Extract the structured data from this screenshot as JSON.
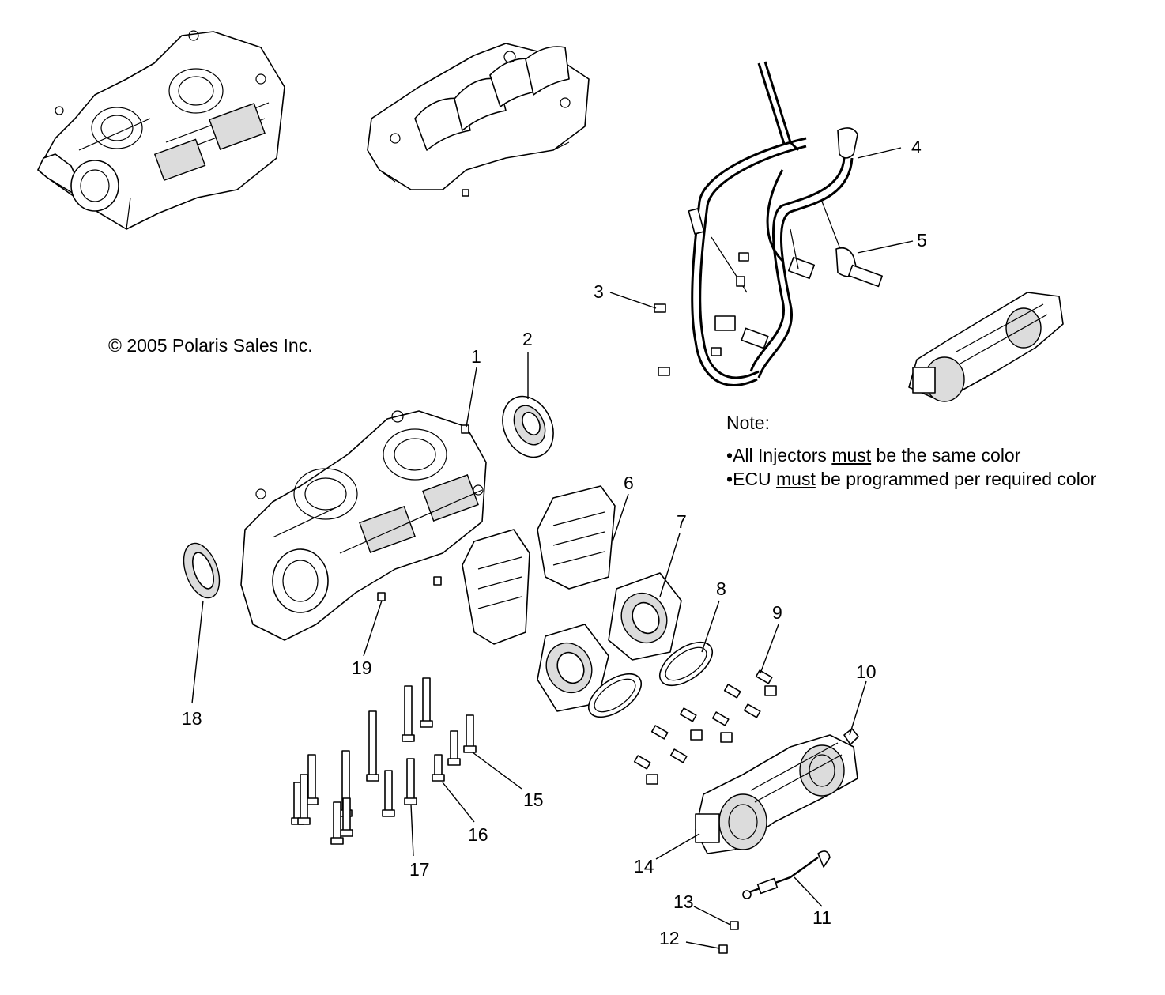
{
  "copyright": "© 2005 Polaris Sales Inc.",
  "note": {
    "title": "Note:",
    "lines": [
      {
        "bullet": "•",
        "before": "All Injectors ",
        "underlined": "must",
        "after": " be the same color"
      },
      {
        "bullet": "•",
        "before": "ECU ",
        "underlined": "must",
        "after": " be programmed per required color"
      }
    ]
  },
  "callouts": [
    "1",
    "2",
    "3",
    "4",
    "5",
    "6",
    "7",
    "8",
    "9",
    "10",
    "11",
    "12",
    "13",
    "14",
    "15",
    "16",
    "17",
    "18",
    "19"
  ]
}
